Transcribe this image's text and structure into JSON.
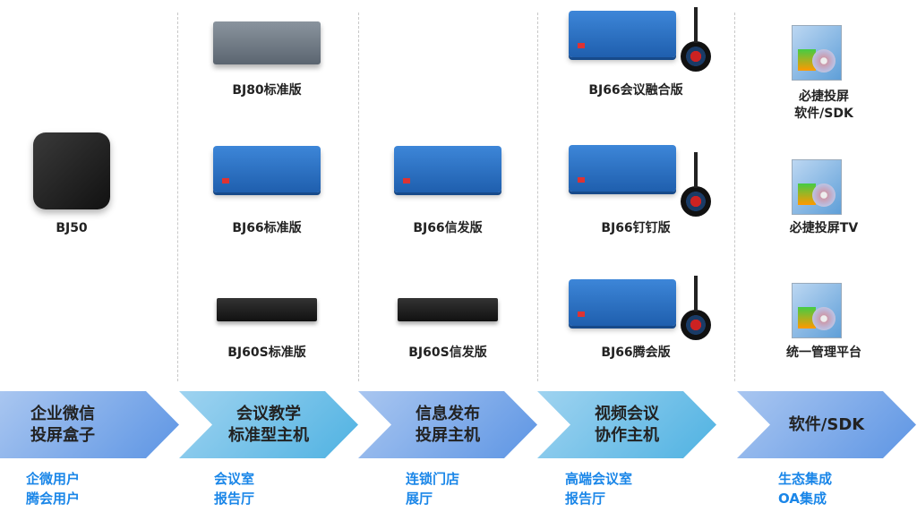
{
  "products": [
    {
      "label": "BJ50"
    },
    {
      "label": "BJ80标准版"
    },
    {
      "label": "BJ66标准版"
    },
    {
      "label": "BJ60S标准版"
    },
    {
      "label": "BJ66信发版"
    },
    {
      "label": "BJ60S信发版"
    },
    {
      "label": "BJ66会议融合版"
    },
    {
      "label": "BJ66钉钉版"
    },
    {
      "label": "BJ66腾会版"
    },
    {
      "label": "必捷投屏\n软件/SDK"
    },
    {
      "label": "必捷投屏TV"
    },
    {
      "label": "统一管理平台"
    }
  ],
  "categories": [
    {
      "title": "企业微信\n投屏盒子",
      "users": "企微用户\n腾会用户"
    },
    {
      "title": "会议教学\n标准型主机",
      "users": "会议室\n报告厅"
    },
    {
      "title": "信息发布\n投屏主机",
      "users": "连锁门店\n展厅"
    },
    {
      "title": "视频会议\n协作主机",
      "users": "高端会议室\n报告厅"
    },
    {
      "title": "软件/SDK",
      "users": "生态集成\nOA集成"
    }
  ]
}
